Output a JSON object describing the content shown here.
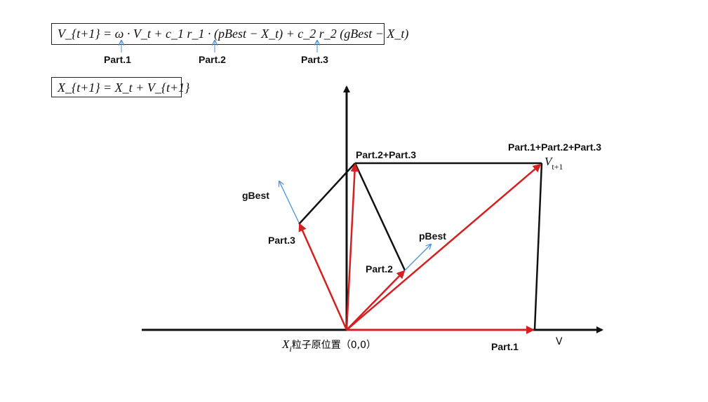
{
  "equations": {
    "velocity": "V_{t+1} = ω · V_t + c_1 r_1 · (pBest − X_t) + c_2 r_2 (gBest − X_t)",
    "position": "X_{t+1} = X_t + V_{t+1}"
  },
  "equation_parts": [
    "Part.1",
    "Part.2",
    "Part.3"
  ],
  "diagram": {
    "labels": {
      "sum_23": "Part.2+Part.3",
      "sum_123": "Part.1+Part.2+Part.3",
      "v_next": "V",
      "v_next_sub": "t+1",
      "gbest": "gBest",
      "pbest": "pBest",
      "part3": "Part.3",
      "part2": "Part.2",
      "part1": "Part.1",
      "v_axis": "V",
      "origin_x": "X",
      "origin_sub": "i",
      "origin_text": "粒子原位置（0,0）"
    },
    "colors": {
      "red": "#d42020",
      "blue": "#4a90d9",
      "black": "#111111"
    }
  }
}
